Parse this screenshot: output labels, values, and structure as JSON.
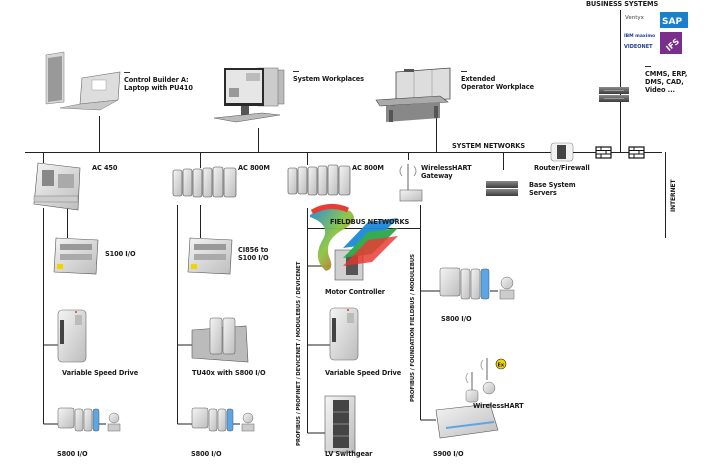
{
  "diagram": {
    "business_systems": {
      "title": "BUSINESS SYSTEMS",
      "logos": [
        "Ventyx",
        "SAP",
        "IBM maximo",
        "IFS",
        "VIDEONET"
      ],
      "server_label_lines": [
        "CMMS, ERP,",
        "DMS, CAD,",
        "Video ..."
      ]
    },
    "workstations": {
      "control_builder": [
        "Control Builder A:",
        "Laptop with PU410"
      ],
      "system_workplaces": "System Workplaces",
      "extended_operator": [
        "Extended",
        "Operator Workplace"
      ]
    },
    "networks": {
      "system_networks": "SYSTEM NETWORKS",
      "router_firewall": "Router/Firewall",
      "base_servers": [
        "Base System",
        "Servers"
      ],
      "internet": "INTERNET",
      "fieldbus": "FIELDBUS NETWORKS"
    },
    "controllers": {
      "ac450": "AC 450",
      "ac800m_1": "AC 800M",
      "ac800m_2": "AC 800M",
      "wirelesshart_gateway": [
        "WirelessHART",
        "Gateway"
      ]
    },
    "column1": {
      "s100": "S100 I/O",
      "vsd": "Variable Speed Drive",
      "s800": "S800 I/O"
    },
    "column2": {
      "ci856": [
        "CI856 to",
        "S100 I/O"
      ],
      "tu40x": "TU40x with S800 I/O",
      "s800": "S800 I/O"
    },
    "column3": {
      "bus_label": "PROFIBUS / PROFINET / DEVICENET / MODULEBUS / DEVICENET",
      "motor_controller": "Motor Controller",
      "vsd": "Variable Speed Drive",
      "lv_switchgear": "LV Swithgear"
    },
    "column4": {
      "bus_label": "PROFIBUS / FOUNDATION FIELDBUS / MODULEBUS",
      "s800": "S800 I/O",
      "wirelesshart": "WirelessHART",
      "s900": "S900 I/O"
    },
    "colors": {
      "line": "#222222",
      "sap_blue": "#1b7fcc",
      "ifs_purple": "#7a2f8c",
      "ex_yellow": "#f2d200",
      "io_blue": "#5aa6e6"
    }
  }
}
